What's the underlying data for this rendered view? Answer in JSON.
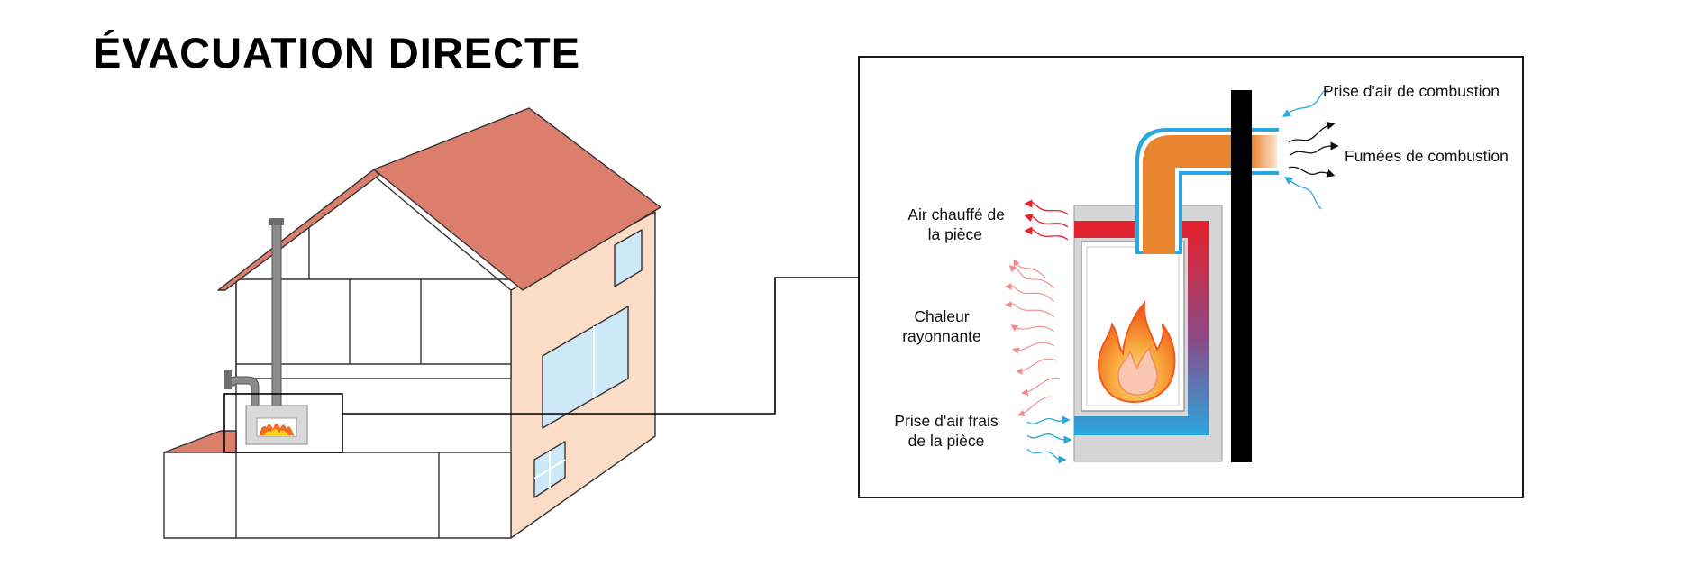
{
  "title": "ÉVACUATION DIRECTE",
  "labels": {
    "prise_air_combustion": "Prise d'air de combustion",
    "fumees_combustion": "Fumées de combustion",
    "air_chauffe_line1": "Air chauffé de",
    "air_chauffe_line2": "la pièce",
    "chaleur_line1": "Chaleur",
    "chaleur_line2": "rayonnante",
    "prise_air_frais_line1": "Prise d'air frais",
    "prise_air_frais_line2": "de la pièce"
  },
  "colors": {
    "roof": "#dc7e6c",
    "house_side": "#fbdcc6",
    "window": "#cde9f7",
    "hot_air": "#e8202a",
    "cold_air": "#2aa6df",
    "radiant": "#f08a8a",
    "exhaust": "#111111",
    "vent_pipe": "#e8852e",
    "flame_outer": "#f26b21",
    "flame_inner": "#fcd21c"
  }
}
